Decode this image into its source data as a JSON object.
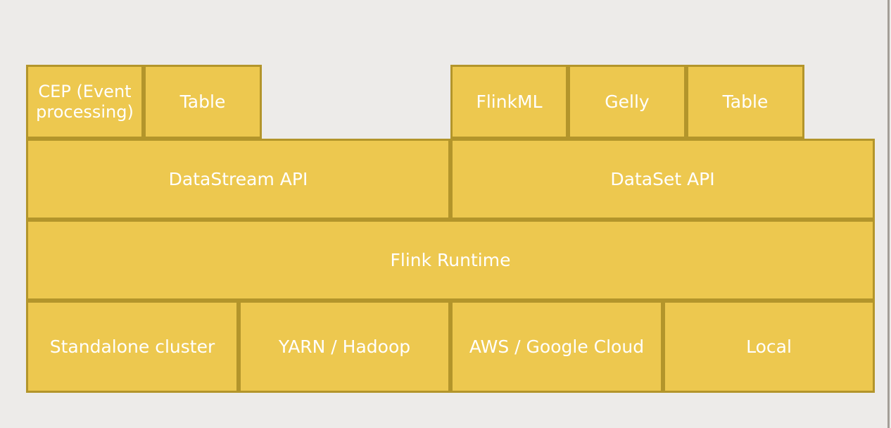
{
  "stream_libraries": {
    "cep": {
      "line1": "CEP (Event",
      "line2": "processing)"
    },
    "table": "Table"
  },
  "batch_libraries": {
    "flinkml": "FlinkML",
    "gelly": "Gelly",
    "table": "Table"
  },
  "apis": {
    "datastream": "DataStream API",
    "dataset": "DataSet API"
  },
  "runtime": "Flink Runtime",
  "deployment": {
    "standalone": "Standalone cluster",
    "yarn": "YARN / Hadoop",
    "cloud": "AWS / Google Cloud",
    "local": "Local"
  },
  "colors": {
    "block_fill": "#edc84f",
    "block_border": "#b3952b",
    "text": "#ffffff",
    "background": "#edebe9"
  }
}
